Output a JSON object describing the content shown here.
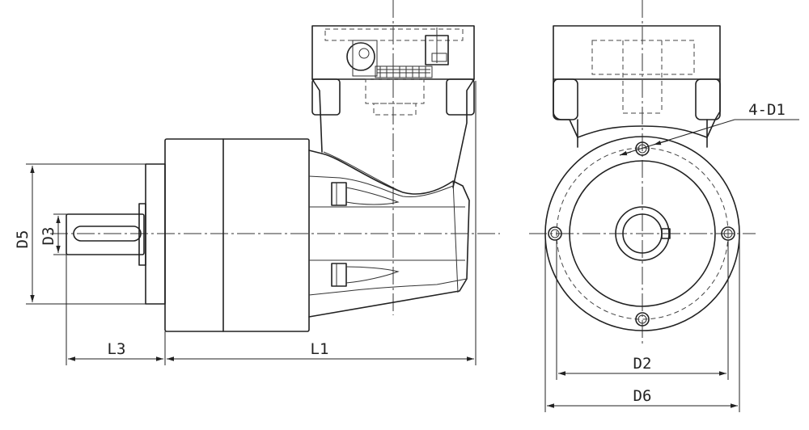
{
  "drawing": {
    "labels": {
      "d5": "D5",
      "d3": "D3",
      "l3": "L3",
      "l1": "L1",
      "d1": "4-D1",
      "d2": "D2",
      "d6": "D6"
    }
  }
}
